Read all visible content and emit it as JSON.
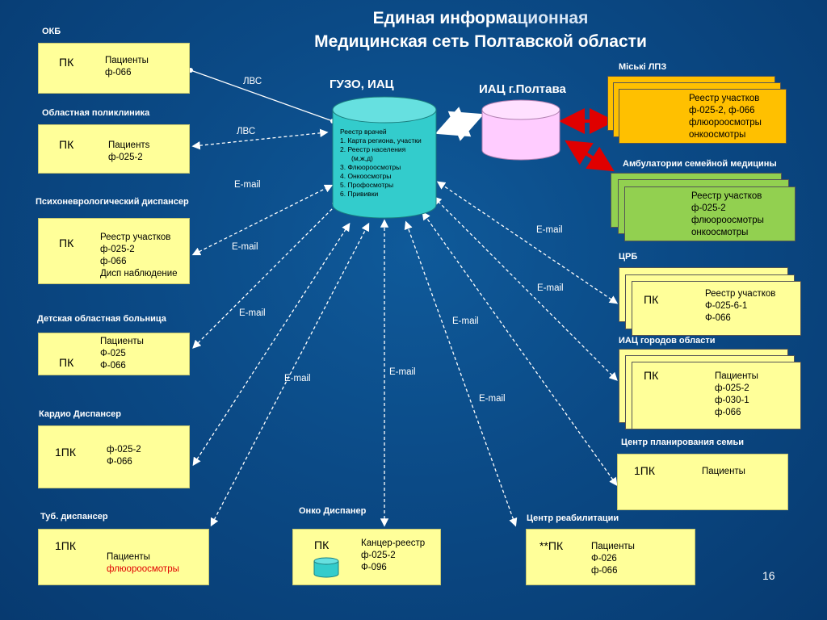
{
  "title": {
    "line1_a": "Единая",
    "line1_b": " информа",
    "line1_c": "ционная",
    "line2_a": "Меди",
    "line2_b": "цинская сеть Полтавской области"
  },
  "center": {
    "guzo_label": "ГУЗО, ИАЦ",
    "iac_label": "ИАЦ г.Полтава",
    "db_items": [
      "Реестр врачей",
      "1. Карта региона, участки",
      "2. Реестр населения",
      "(м,ж,д)",
      "3. Флюороосмотры",
      "4. Онкоосмотры",
      "5. Профосмотры",
      "6. Прививки"
    ]
  },
  "links": {
    "lvs1": "ЛВС",
    "lvs2": "ЛВС",
    "email": "E-mail"
  },
  "left": [
    {
      "header": "ОКБ",
      "pk": "ПК",
      "lines": [
        "Пациенты",
        "ф-066"
      ]
    },
    {
      "header": "Областная поликлиника",
      "pk": "ПК",
      "lines": [
        "Пациентs",
        "ф-025-2"
      ]
    },
    {
      "header": "Психоневрологический диспансер",
      "pk": "ПК",
      "lines": [
        "Реестр участков",
        "ф-025-2",
        "ф-066",
        "Дисп наблюдение"
      ]
    },
    {
      "header": "Детская областная больница",
      "pk": "ПК",
      "lines": [
        "Пациенты",
        "Ф-025",
        "Ф-066"
      ]
    },
    {
      "header": "Кардио Диспансер",
      "pk": "1ПК",
      "lines": [
        "ф-025-2",
        "Ф-066"
      ]
    },
    {
      "header": "Туб. диспансер",
      "pk": "1ПК",
      "lines": [
        "Пациенты",
        "флюороосмотры"
      ]
    }
  ],
  "bottom": [
    {
      "header": "Онко Диспанер",
      "pk": "ПК",
      "lines": [
        "Канцер-реестр",
        "ф-025-2",
        "Ф-096"
      ]
    },
    {
      "header": "Центр реабилитации",
      "pk": "**ПК",
      "lines": [
        "Пациенты",
        "Ф-026",
        "ф-066"
      ]
    }
  ],
  "right": [
    {
      "header": "Міські ЛПЗ",
      "lines": [
        "Реестр участков",
        "ф-025-2, ф-066",
        "флюороосмотры",
        "онкоосмотры"
      ]
    },
    {
      "header": "Амбулатории семейной медицины",
      "lines": [
        "Реестр участков",
        "ф-025-2",
        "флюороосмотры",
        "онкоосмотры"
      ]
    },
    {
      "header": "ЦРБ",
      "pk": "ПК",
      "lines": [
        "Реестр участков",
        "Ф-025-6-1",
        "Ф-066"
      ]
    },
    {
      "header": "ИАЦ городов области",
      "pk": "ПК",
      "lines": [
        "Пациенты",
        "ф-025-2",
        "ф-030-1",
        "ф-066"
      ]
    },
    {
      "header": "Центр планирования семьи",
      "pk": "1ПК",
      "lines": [
        "Пациенты"
      ]
    }
  ],
  "colors": {
    "orange": "#ffc000",
    "green": "#92d050",
    "yellow": "#ffff99",
    "db_cyan": "#33cccc",
    "db_pink": "#ffccff",
    "red_arrow": "#e00000"
  },
  "page_number": "16"
}
